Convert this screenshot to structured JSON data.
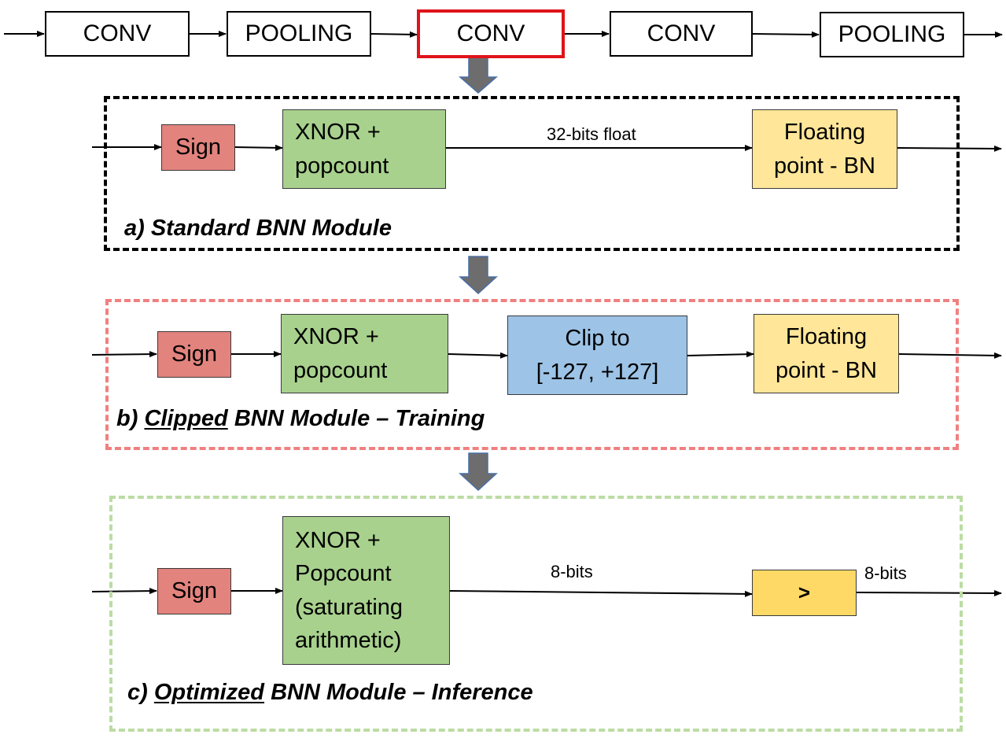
{
  "pipeline": [
    {
      "label": "CONV"
    },
    {
      "label": "POOLING"
    },
    {
      "label": "CONV",
      "highlighted": true
    },
    {
      "label": "CONV"
    },
    {
      "label": "POOLING"
    }
  ],
  "module_a": {
    "sign": "Sign",
    "xnor": [
      "XNOR  +",
      "popcount"
    ],
    "edge_label": "32-bits float",
    "bn": [
      "Floating",
      "point - BN"
    ],
    "caption": "a) Standard BNN Module"
  },
  "module_b": {
    "sign": "Sign",
    "xnor": [
      "XNOR  +",
      "popcount"
    ],
    "clip": [
      "Clip to",
      "[-127, +127]"
    ],
    "bn": [
      "Floating",
      "point - BN"
    ],
    "caption_prefix": "b) ",
    "caption_emph": "Clipped",
    "caption_rest": " BNN Module – Training"
  },
  "module_c": {
    "sign": "Sign",
    "xnor": [
      "XNOR  +",
      "Popcount",
      "(saturating",
      "arithmetic)"
    ],
    "edge_label_1": "8-bits",
    "compare": ">",
    "edge_label_2": "8-bits",
    "caption_prefix": "c) ",
    "caption_emph": "Optimized",
    "caption_rest": " BNN Module – Inference"
  },
  "colors": {
    "highlight_border": "#e0131a",
    "sign_fill": "#e2837d",
    "xnor_fill": "#a8d18d",
    "clip_fill": "#9dc3e6",
    "bn_fill": "#ffe699",
    "compare_fill": "#ffd966",
    "down_arrow_fill": "#6d6d6d",
    "down_arrow_stroke": "#4a6ea8",
    "frame_a": "#000000",
    "frame_b": "#f08080",
    "frame_c": "#bcdca4"
  }
}
